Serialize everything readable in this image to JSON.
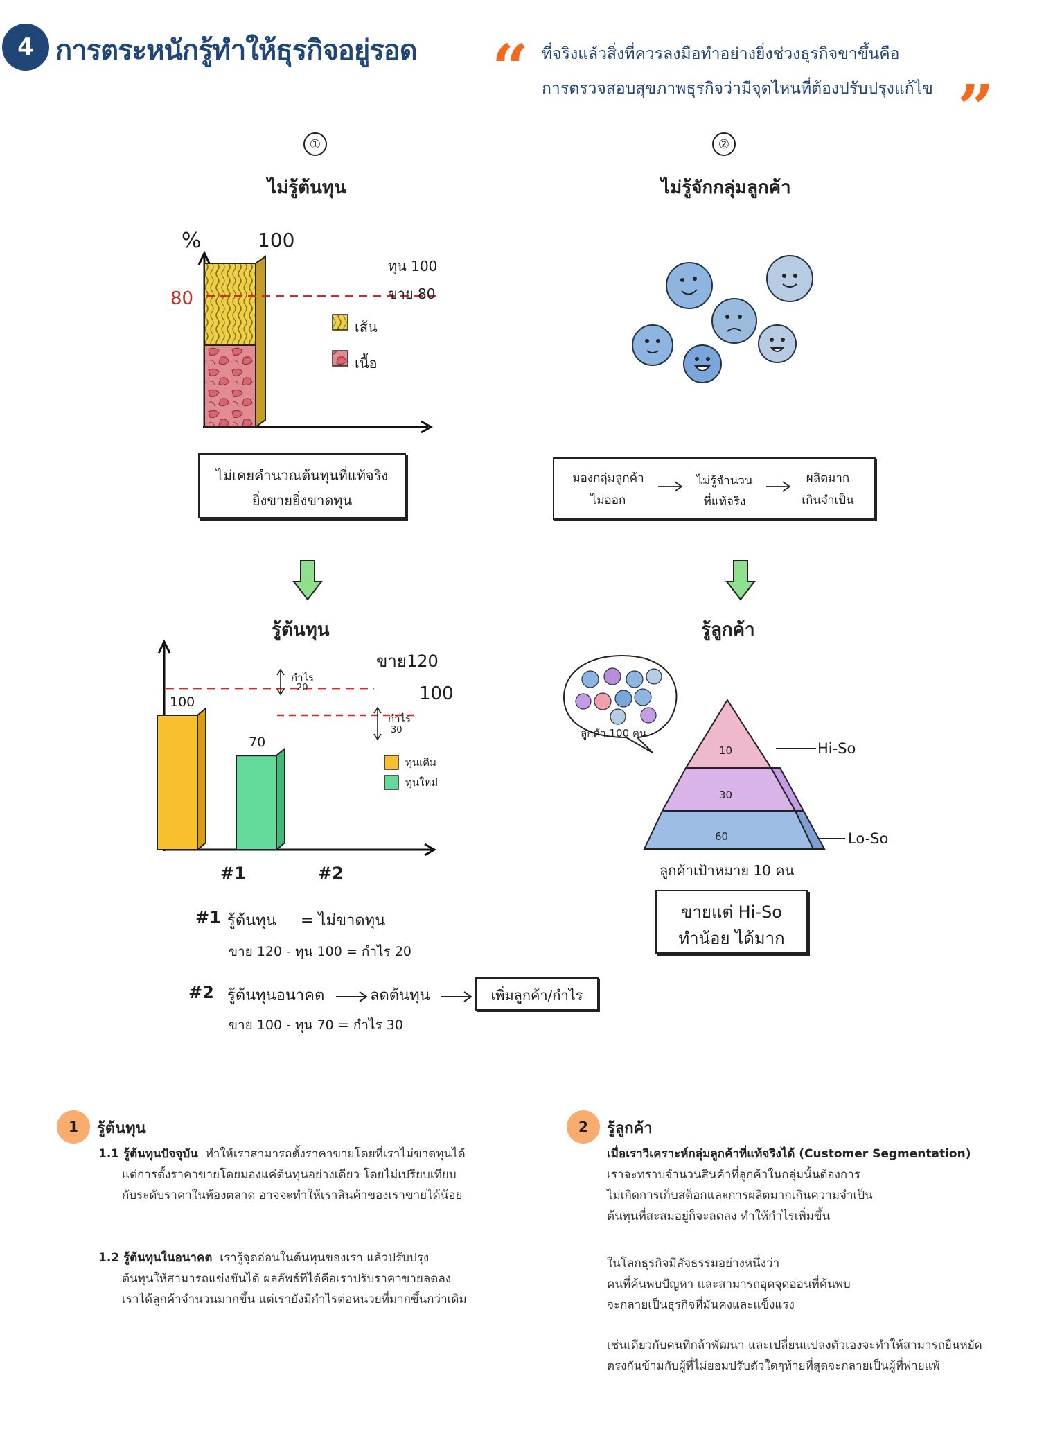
{
  "header": {
    "number": "4",
    "title": "การตระหนักรู้ทำให้ธุรกิจอยู่รอด",
    "quote_line1": "ที่จริงแล้วสิ่งที่ควรลงมือทำอย่างยิ่งช่วงธุรกิจขาขึ้นคือ",
    "quote_line2": "การตรวจสอบสุขภาพธุรกิจว่ามีจุดไหนที่ต้องปรับปรุงแก้ไข",
    "open_quote": "“",
    "close_quote": "”"
  },
  "left": {
    "num": "①",
    "problem_title": "ไม่รู้ต้นทุน",
    "chart1": {
      "y_unit": "%",
      "top_value": "100",
      "line_label": "80",
      "cost_label": "ทุน 100",
      "sell_label": "ขาย 80",
      "legend_noodle": "เส้น",
      "legend_meat": "เนื้อ"
    },
    "problem_box_line1": "ไม่เคยคำนวณต้นทุนที่แท้จริง",
    "problem_box_line2": "ยิ่งขายยิ่งขาดทุน",
    "solution_title": "รู้ต้นทุน",
    "chart2": {
      "sell_label": "ขาย120",
      "profit_top": "กำไร",
      "profit_top_val": "20",
      "ref_label": "100",
      "profit_bottom": "กำไร",
      "profit_bottom_val": "30",
      "legend_old": "ทุนเดิม",
      "legend_new": "ทุนใหม่",
      "x_labels": [
        "#1",
        "#2"
      ]
    },
    "note1_head": "#1",
    "note1_text": "รู้ต้นทุน",
    "note1_result": "= ไม่ขาดทุน",
    "note1_calc": "ขาย 120 - ทุน 100 = กำไร 20",
    "note2_head": "#2",
    "note2_text": "รู้ต้นทุนอนาคต",
    "note2_mid": "ลดต้นทุน",
    "note2_box": "เพิ่มลูกค้า/กำไร",
    "note2_calc": "ขาย 100 - ทุน 70 = กำไร 30"
  },
  "right": {
    "num": "②",
    "problem_title": "ไม่รู้จักกลุ่มลูกค้า",
    "flow": [
      {
        "l1": "มองกลุ่มลูกค้า",
        "l2": "ไม่ออก"
      },
      {
        "l1": "ไม่รู้จำนวน",
        "l2": "ที่แท้จริง"
      },
      {
        "l1": "ผลิตมาก",
        "l2": "เกินจำเป็น"
      }
    ],
    "solution_title": "รู้ลูกค้า",
    "bubble_label": "ลูกค้า 100 คน",
    "pyramid": {
      "top": "10",
      "mid": "30",
      "bottom": "60",
      "hi": "Hi-So",
      "lo": "Lo-So"
    },
    "target_label": "ลูกค้าเป้าหมาย 10 คน",
    "box_line1": "ขายแต่ Hi-So",
    "box_line2": "ทำน้อย ได้มาก"
  },
  "chart_data": [
    {
      "type": "bar",
      "ylabel": "%",
      "categories": [
        ""
      ],
      "series": [
        {
          "name": "เส้น",
          "values": [
            50
          ]
        },
        {
          "name": "เนื้อ",
          "values": [
            50
          ]
        }
      ],
      "reference_lines": [
        80
      ],
      "colors": [
        "#ecd046",
        "#e38b92"
      ]
    },
    {
      "type": "bar",
      "categories": [
        "#1",
        "#2"
      ],
      "series": [
        {
          "name": "ทุนเดิม",
          "values": [
            100,
            null
          ]
        },
        {
          "name": "ทุนใหม่",
          "values": [
            null,
            70
          ]
        }
      ],
      "data_labels": [
        "100",
        "70"
      ],
      "reference_lines": [
        120,
        100
      ],
      "colors": [
        "#f7c02c",
        "#63d99a"
      ]
    }
  ],
  "footer": {
    "left": {
      "badge": "1",
      "title": "รู้ต้นทุน",
      "p1_head": "1.1 รู้ต้นทุนปัจจุบัน",
      "p1_lines": [
        "ทำให้เราสามารถตั้งราคาขายโดยที่เราไม่ขาดทุนได้",
        "แต่การตั้งราคาขายโดยมองแค่ต้นทุนอย่างเดียว โดยไม่เปรียบเทียบ",
        "กับระดับราคาในท้องตลาด อาจจะทำให้เราสินค้าของเราขายได้น้อย"
      ],
      "p2_head": "1.2 รู้ต้นทุนในอนาคต",
      "p2_lines": [
        "เรารู้จุดอ่อนในต้นทุนของเรา แล้วปรับปรุง",
        "ต้นทุนให้สามารถแข่งขันได้ ผลลัพธ์ที่ได้คือเราปรับราคาขายลดลง",
        "เราได้ลูกค้าจำนวนมากขึ้น แต่เรายังมีกำไรต่อหน่วยที่มากขึ้นกว่าเดิม"
      ]
    },
    "right": {
      "badge": "2",
      "title": "รู้ลูกค้า",
      "p1_head": "เมื่อเราวิเคราะห์กลุ่มลูกค้าที่แท้จริงได้ (Customer Segmentation)",
      "p1_lines": [
        "เราจะทราบจำนวนสินค้าที่ลูกค้าในกลุ่มนั้นต้องการ",
        "ไม่เกิดการเก็บสต็อกและการผลิตมากเกินความจำเป็น",
        "ต้นทุนที่สะสมอยู่ก็จะลดลง ทำให้กำไรเพิ่มขึ้น"
      ],
      "p2_lines": [
        "ในโลกธุรกิจมีสัจธรรมอย่างหนึ่งว่า",
        "คนที่ค้นพบปัญหา และสามารถอุดจุดอ่อนที่ค้นพบ",
        "จะกลายเป็นธุรกิจที่มั่นคงและแข็งแรง"
      ],
      "p3_lines": [
        "เช่นเดียวกับคนที่กล้าพัฒนา และเปลี่ยนแปลงตัวเองจะทำให้สามารถยืนหยัด",
        "ตรงกันข้ามกับผู้ที่ไม่ยอมปรับตัวใดๆท้ายที่สุดจะกลายเป็นผู้ที่พ่ายแพ้"
      ]
    }
  }
}
